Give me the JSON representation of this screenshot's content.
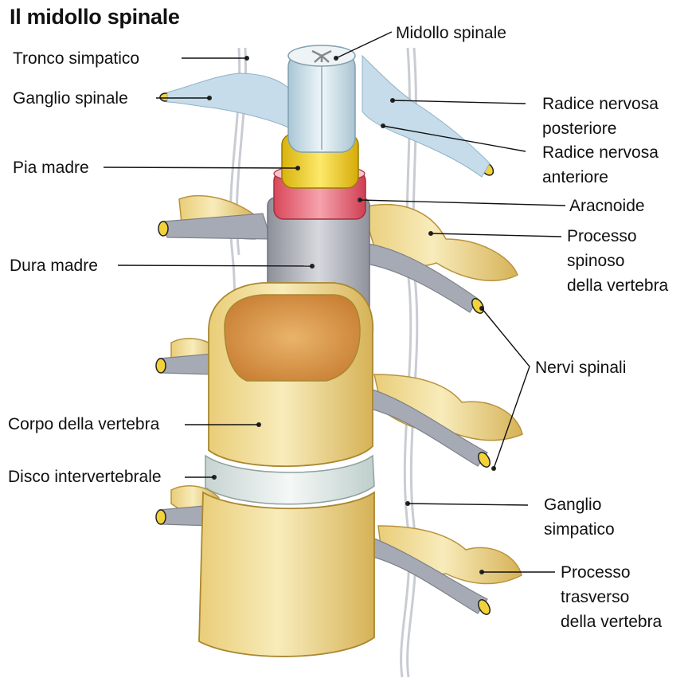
{
  "title": "Il midollo spinale",
  "labels": {
    "tronco_simpatico": "Tronco simpatico",
    "ganglio_spinale": "Ganglio spinale",
    "pia_madre": "Pia madre",
    "dura_madre": "Dura madre",
    "corpo_vertebra": "Corpo della vertebra",
    "disco_intervertebrale": "Disco intervertebrale",
    "midollo_spinale": "Midollo spinale",
    "radice_posteriore": [
      "Radice nervosa",
      "posteriore"
    ],
    "radice_anteriore": [
      "Radice nervosa",
      "anteriore"
    ],
    "aracnoide": "Aracnoide",
    "processo_spinoso": [
      "Processo",
      "spinoso",
      "della vertebra"
    ],
    "nervi_spinali": "Nervi spinali",
    "ganglio_simpatico": [
      "Ganglio",
      "simpatico"
    ],
    "processo_trasverso": [
      "Processo",
      "trasverso",
      "della vertebra"
    ]
  },
  "colors": {
    "bone": "#f3e0a0",
    "bone_shade": "#d8b65c",
    "spongy": "#d99a4a",
    "cord": "#cfe3ec",
    "pia": "#f2d21c",
    "arachnoid": "#e86474",
    "dura": "#b9bcc4",
    "nerve": "#9fa3ae",
    "disc": "#e3ebe8",
    "leader": "#111111"
  }
}
